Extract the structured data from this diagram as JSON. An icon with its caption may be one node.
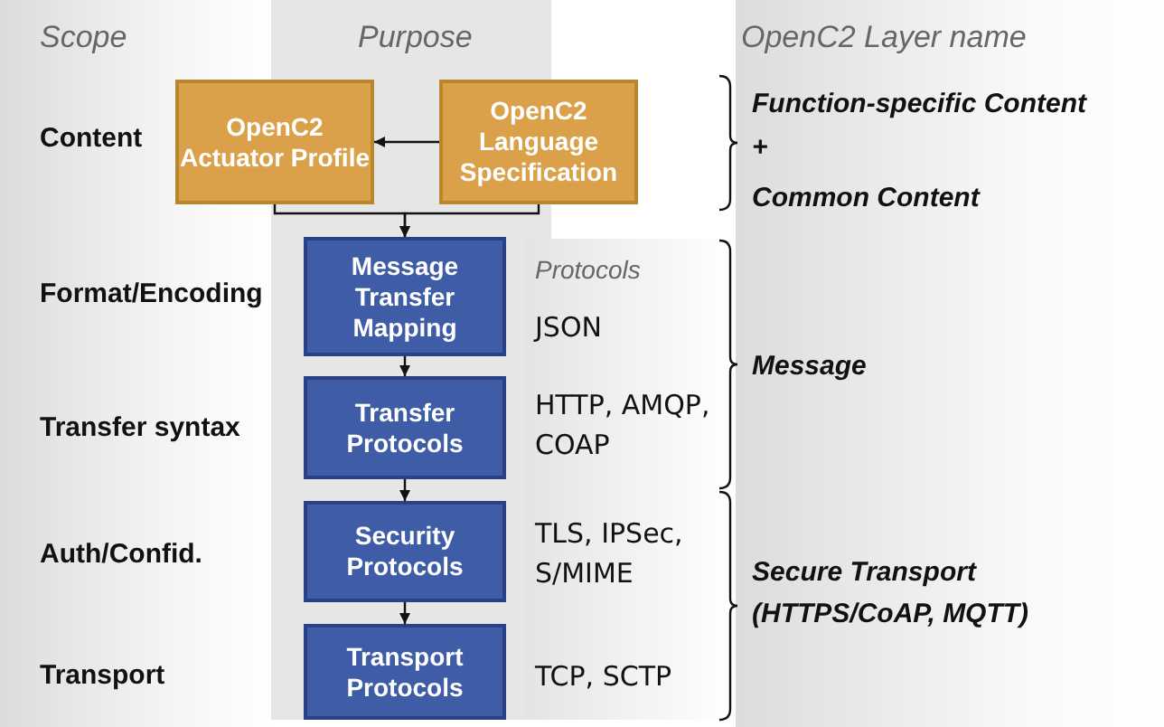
{
  "diagram": {
    "nodes": [
      {
        "text": [
          "OpenC2 Actuator Profile"
        ]
      },
      {
        "text": [
          "OpenC2 Language Specification"
        ]
      },
      {
        "text": [
          "Message Transfer Mapping"
        ]
      },
      {
        "text": [
          "Transfer Protocols"
        ]
      },
      {
        "text": [
          "Security Protocols"
        ]
      },
      {
        "text": [
          "Transport Protocols"
        ]
      }
    ],
    "edges": [
      {
        "from": 1,
        "to": 0,
        "arrow": "to"
      },
      {
        "from": 0,
        "to": 2,
        "arrow": "to"
      },
      {
        "from": 1,
        "to": 2,
        "arrow": "to"
      },
      {
        "from": 2,
        "to": 3,
        "arrow": "to"
      },
      {
        "from": 3,
        "to": 4,
        "arrow": "to"
      },
      {
        "from": 4,
        "to": 5,
        "arrow": "to"
      }
    ],
    "labels": [
      "Scope",
      "Purpose",
      "OpenC2 Layer name",
      "Content",
      "Function-specific Content",
      "+",
      "Common Content",
      "Protocols",
      "Format/Encoding",
      "JSON",
      "Message",
      "Transfer syntax",
      "HTTP, AMQP, COAP",
      "Auth/Confid.",
      "TLS, IPSec, S/MIME",
      "Secure Transport (HTTPS/CoAP, MQTT)",
      "Transport",
      "TCP, SCTP"
    ]
  }
}
